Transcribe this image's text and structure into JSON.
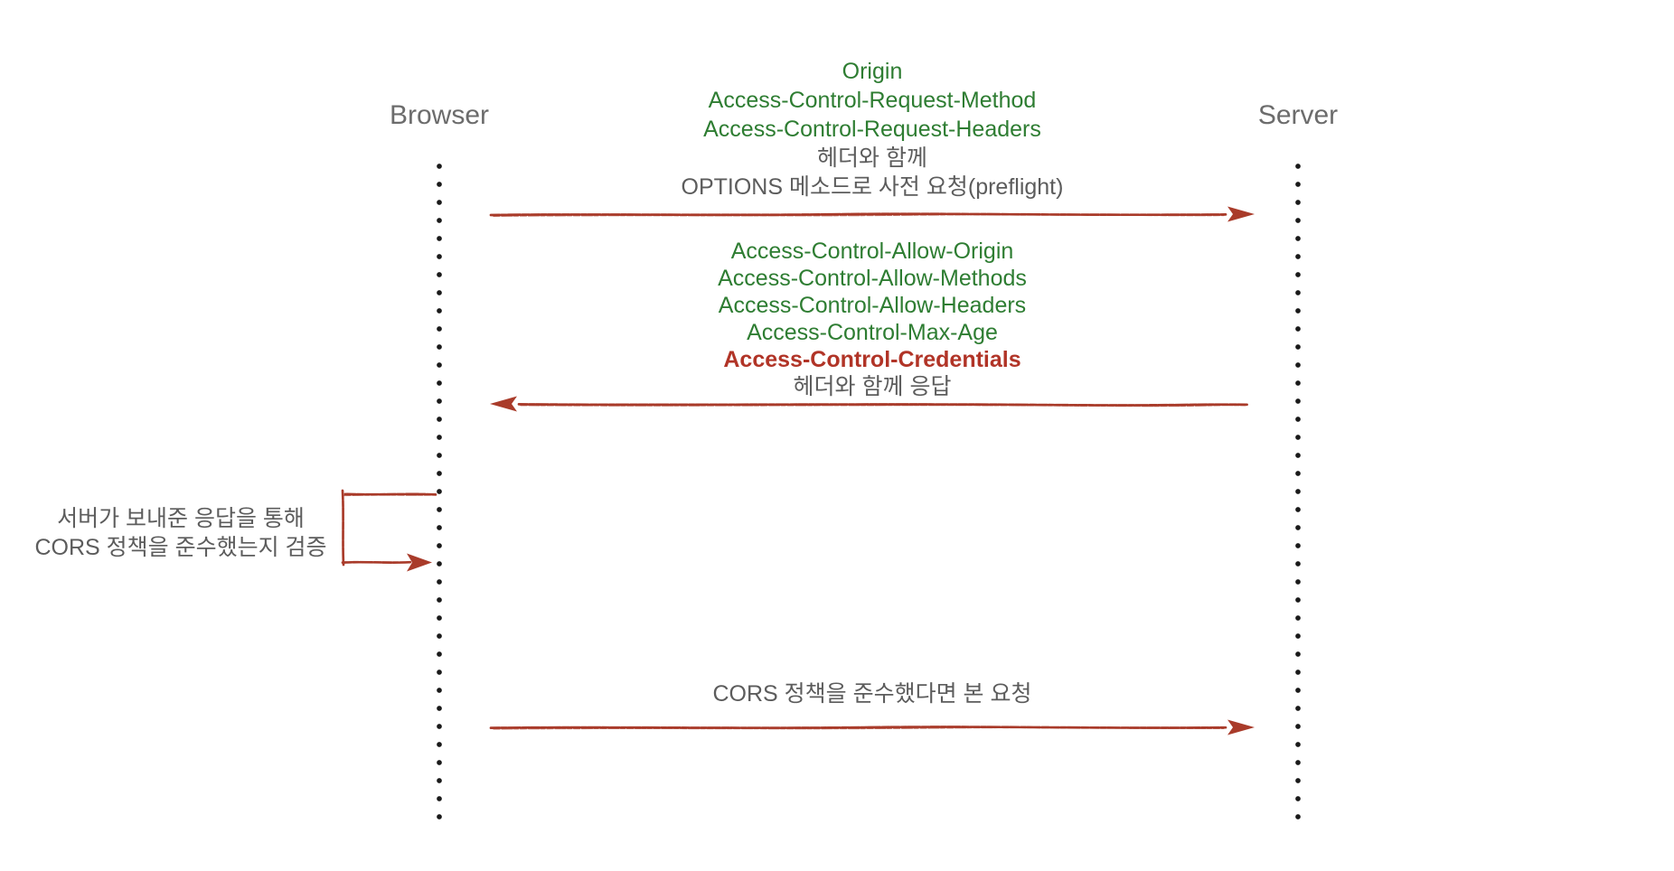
{
  "colors": {
    "green": "#2e7d32",
    "red": "#b13427",
    "arrow": "#a93b2a",
    "text-gray": "#5c5c5c",
    "label-gray": "#6c6c6c",
    "dot": "#1a1a1a",
    "bg": "#ffffff"
  },
  "actors": {
    "left": "Browser",
    "right": "Server"
  },
  "preflight_request": {
    "headers": [
      "Origin",
      "Access-Control-Request-Method",
      "Access-Control-Request-Headers"
    ],
    "note_line1": "헤더와 함께",
    "note_line2": "OPTIONS 메소드로 사전 요청(preflight)"
  },
  "preflight_response": {
    "headers": [
      "Access-Control-Allow-Origin",
      "Access-Control-Allow-Methods",
      "Access-Control-Allow-Headers",
      "Access-Control-Max-Age"
    ],
    "credential_header": "Access-Control-Credentials",
    "note": "헤더와 함께 응답"
  },
  "validation_note": {
    "line1": "서버가 보내준 응답을 통해",
    "line2": "CORS 정책을 준수했는지 검증"
  },
  "main_request": {
    "label": "CORS 정책을 준수했다면 본 요청"
  }
}
